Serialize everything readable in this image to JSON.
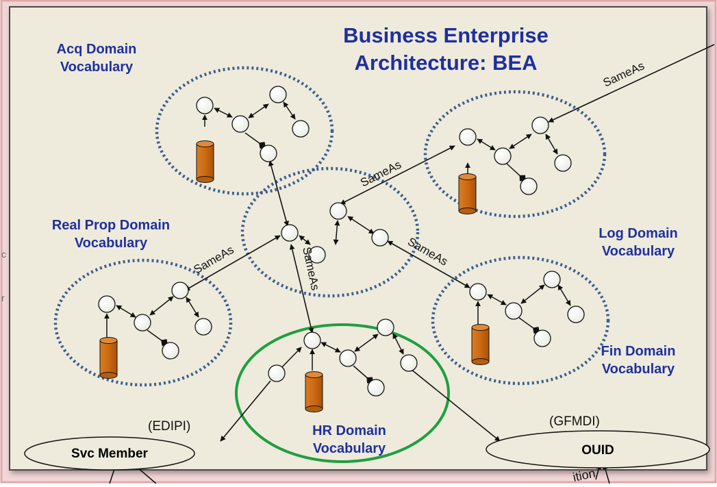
{
  "title": "Business Enterprise Architecture: BEA",
  "domains": {
    "acq": "Acq Domain Vocabulary",
    "real_prop": "Real Prop Domain Vocabulary",
    "log": "Log Domain Vocabulary",
    "fin": "Fin Domain Vocabulary",
    "hr": "HR Domain Vocabulary"
  },
  "edge_labels": {
    "top_right": "SameAs",
    "center_to_log": "SameAs",
    "real_to_center": "SameAs",
    "center_to_fin": "SameAs",
    "center_to_hr": "SameAs"
  },
  "entities": {
    "svc_member": "Svc Member",
    "svc_member_id": "(EDIPI)",
    "ouid": "OUID",
    "ouid_id": "(GFMDI)"
  },
  "partial_text": {
    "bottom_right": "ition"
  },
  "colors": {
    "panel_bg": "#eeebdc",
    "outer_border": "#e0a9ab",
    "inner_border": "#4a4a4a",
    "dotted": "#3f5f8f",
    "text_blue": "#1f2f9f",
    "cylinder": "#cc6a12",
    "hr_circle": "#1f9f3f"
  }
}
